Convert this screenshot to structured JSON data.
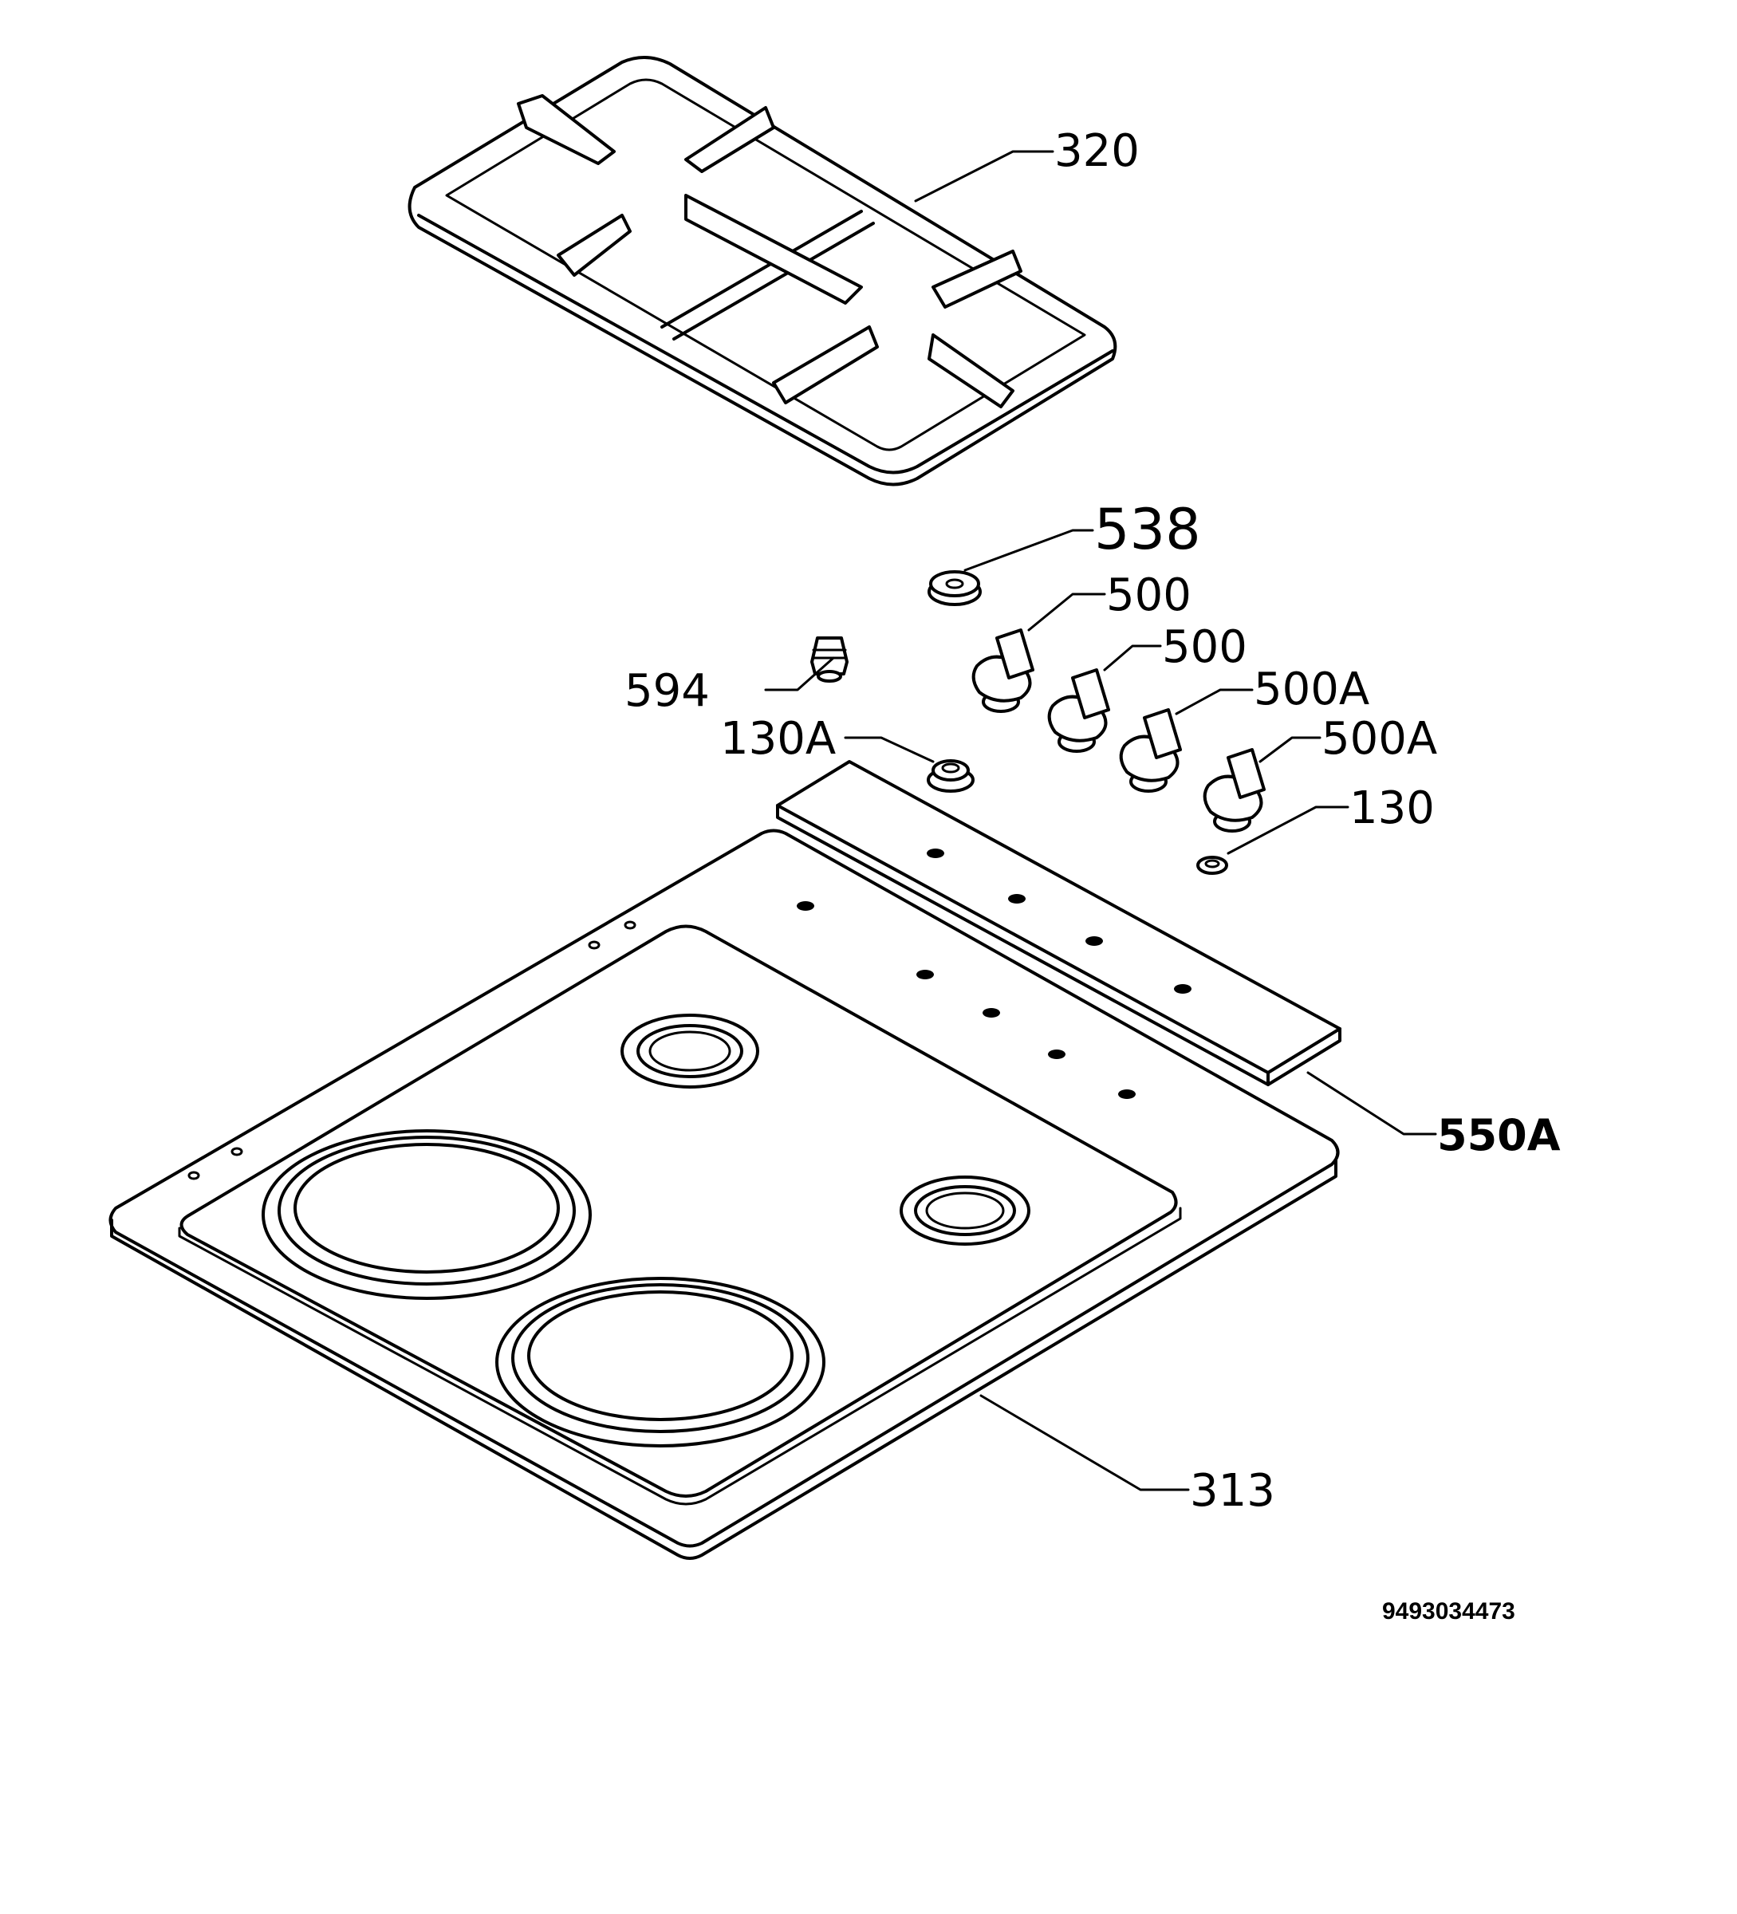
{
  "labels": {
    "grid": "320",
    "burner_cap": "538",
    "knob_1": "500",
    "knob_2": "500",
    "knob_3": "500A",
    "knob_4": "500A",
    "injector": "594",
    "seal_a": "130A",
    "seal": "130",
    "control_strip": "550A",
    "hob": "313"
  },
  "document_number": "9493034473"
}
